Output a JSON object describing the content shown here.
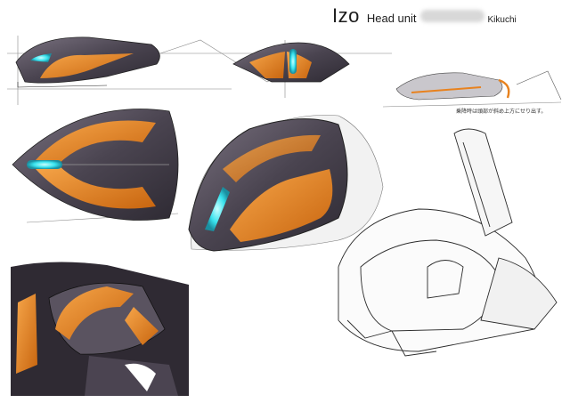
{
  "title": {
    "name": "Izo",
    "subtitle": "Head unit",
    "author": "Kikuchi"
  },
  "annotation": "乗降時は頭部が斜め上方にせり出す。",
  "colors": {
    "shell_dark": "#3f3a44",
    "shell_mid": "#6c6570",
    "accent_orange": "#e8821e",
    "visor_cyan": "#4ff0f0",
    "line_sketch": "#2b2b2b"
  }
}
